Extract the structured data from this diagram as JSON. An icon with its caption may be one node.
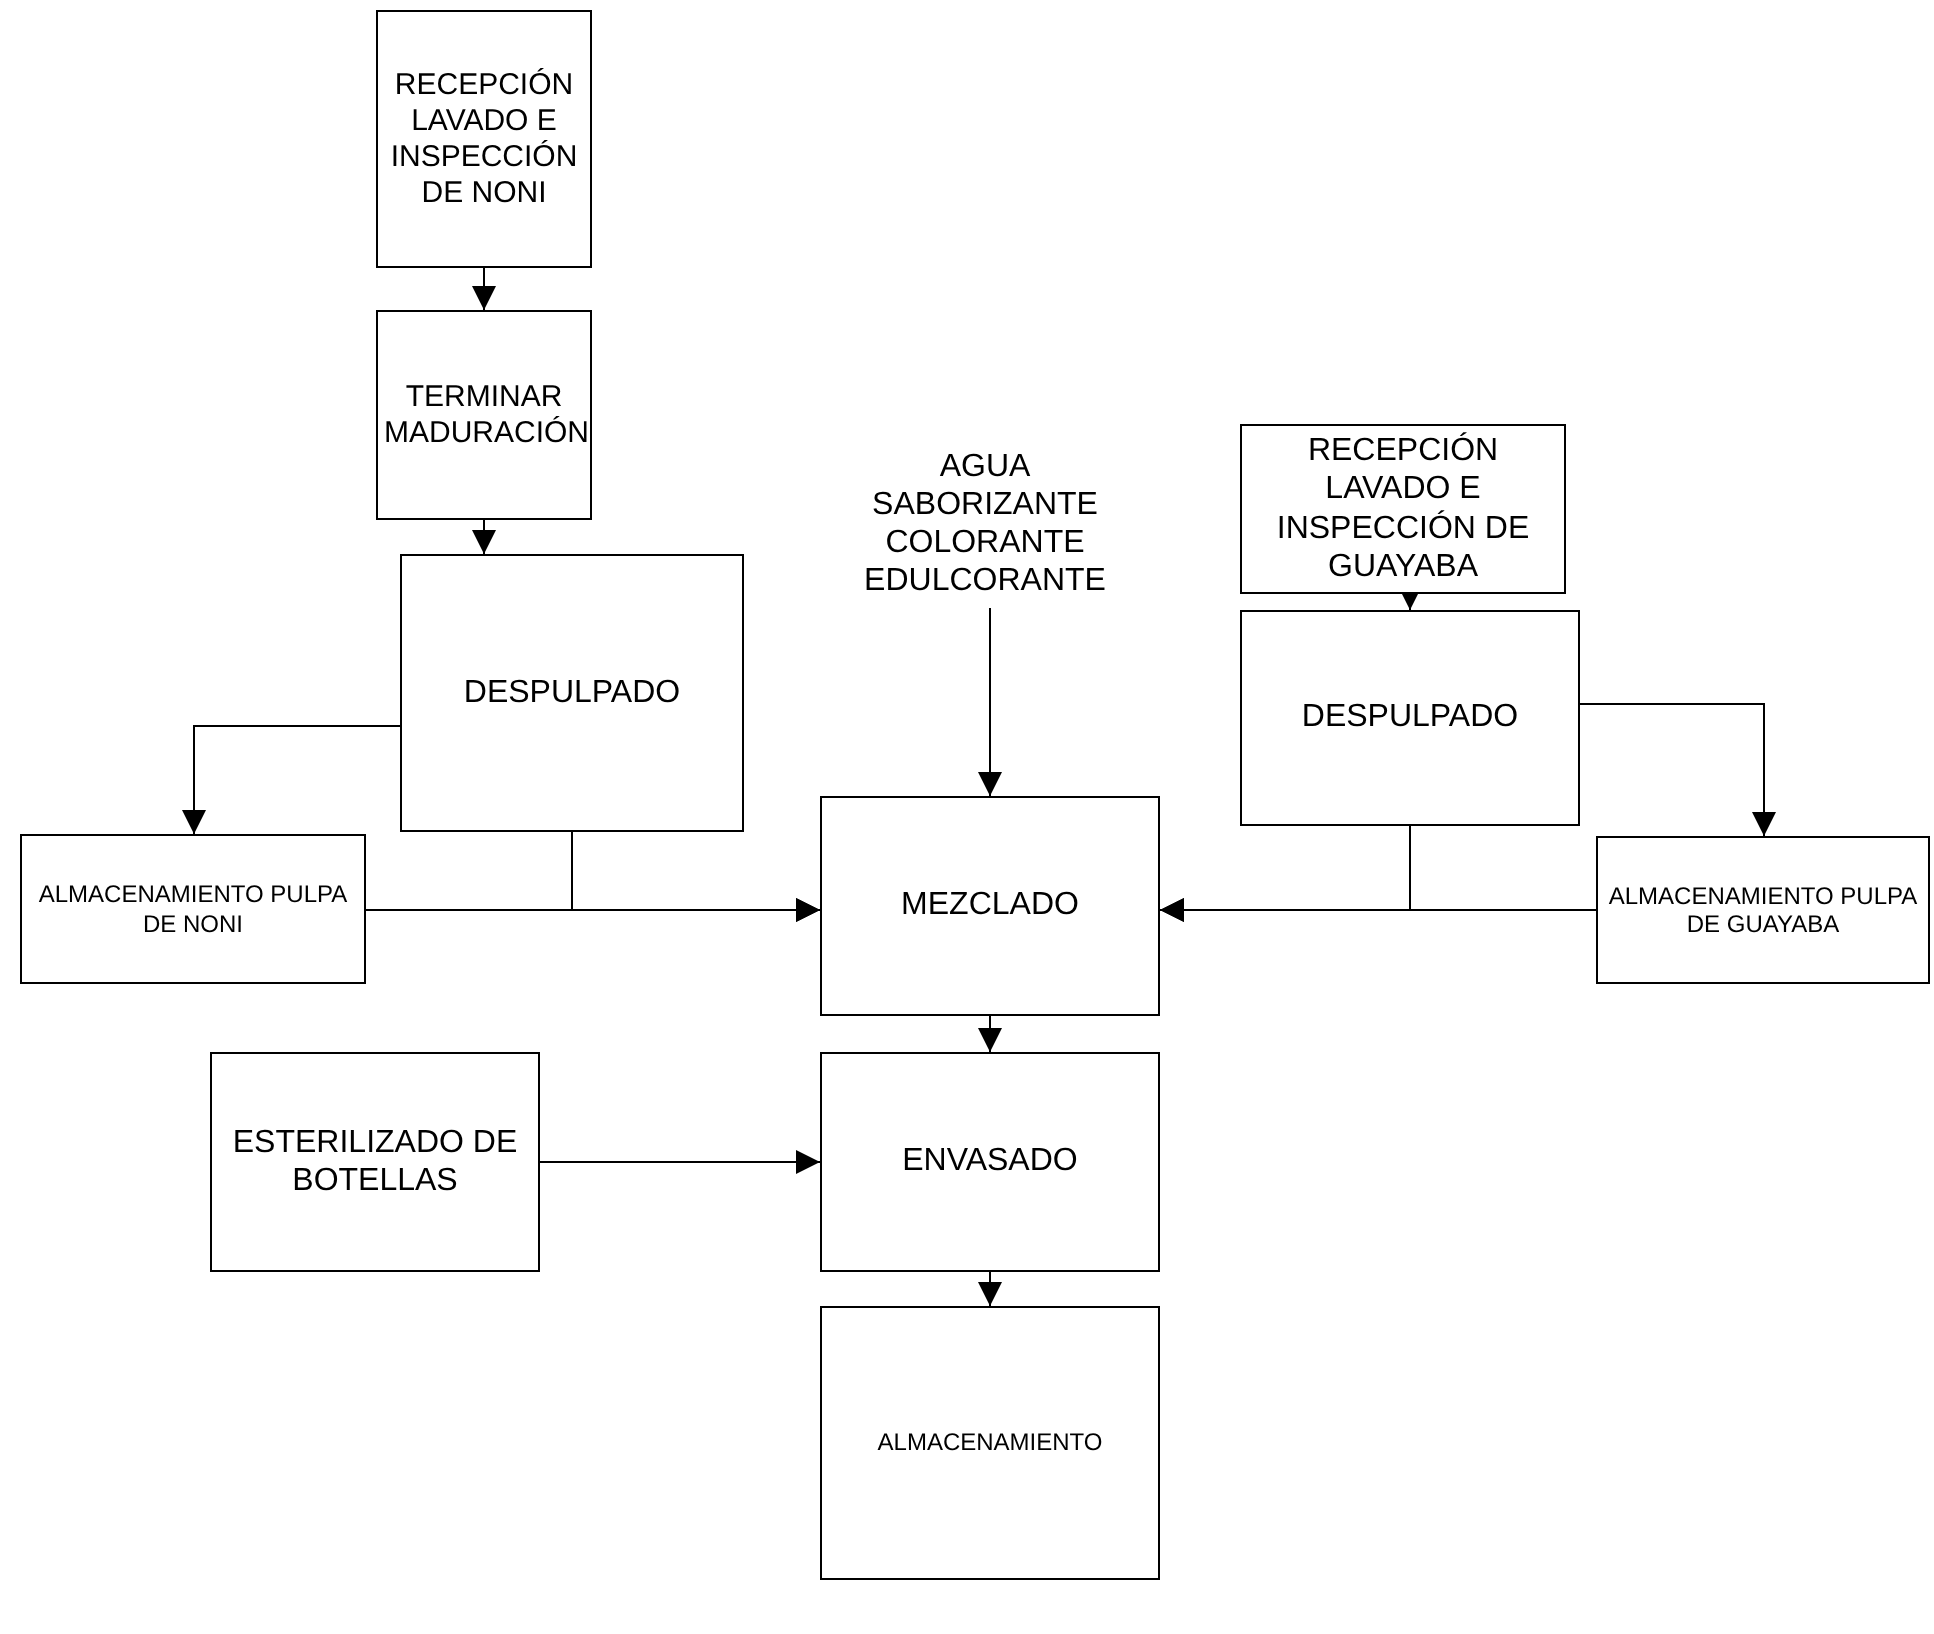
{
  "diagram": {
    "nodes": [
      {
        "text": [
          "RECEPCIÓN LAVADO E INSPECCIÓN DE NONI"
        ]
      },
      {
        "text": [
          "TERMINAR MADURACIÓN"
        ]
      },
      {
        "text": [
          "DESPULPADO"
        ]
      },
      {
        "text": [
          "ALMACENAMIENTO PULPA DE NONI"
        ]
      },
      {
        "text": [
          "AGUA SABORIZANTE COLORANTE EDULCORANTE"
        ]
      },
      {
        "text": [
          "RECEPCIÓN LAVADO E INSPECCIÓN DE GUAYABA"
        ]
      },
      {
        "text": [
          "DESPULPADO"
        ]
      },
      {
        "text": [
          "ALMACENAMIENTO PULPA DE GUAYABA"
        ]
      },
      {
        "text": [
          "MEZCLADO"
        ]
      },
      {
        "text": [
          "ESTERILIZADO DE BOTELLAS"
        ]
      },
      {
        "text": [
          "ENVASADO"
        ]
      },
      {
        "text": [
          "ALMACENAMIENTO"
        ]
      }
    ],
    "edges": [
      {
        "from": 0,
        "to": 1,
        "arrow": "to"
      },
      {
        "from": 1,
        "to": 2,
        "arrow": "to"
      },
      {
        "from": 2,
        "to": 3,
        "arrow": "to"
      },
      {
        "from": 2,
        "to": 8,
        "arrow": "to"
      },
      {
        "from": 3,
        "to": 8,
        "arrow": "to"
      },
      {
        "from": 4,
        "to": 8,
        "arrow": "to"
      },
      {
        "from": 5,
        "to": 6,
        "arrow": "to"
      },
      {
        "from": 6,
        "to": 7,
        "arrow": "to"
      },
      {
        "from": 6,
        "to": 8,
        "arrow": "to"
      },
      {
        "from": 7,
        "to": 8,
        "arrow": "to"
      },
      {
        "from": 8,
        "to": 10,
        "arrow": "to"
      },
      {
        "from": 9,
        "to": 10,
        "arrow": "to"
      },
      {
        "from": 10,
        "to": 11,
        "arrow": "to"
      }
    ]
  }
}
